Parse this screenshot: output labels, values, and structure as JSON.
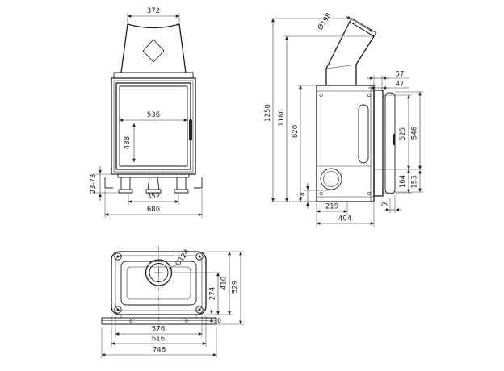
{
  "drawing_type": "fireplace-insert-technical-drawing",
  "colors": {
    "line": "#1b1b1b",
    "accent_dim": "#d9980f",
    "background": "#ffffff"
  },
  "front": {
    "hood_width": "372",
    "window_width": "536",
    "window_height": "488",
    "base_inner_width": "352",
    "total_width": "686",
    "foot_height_range": "23-73"
  },
  "side": {
    "flue_diameter": "Ø198",
    "total_height": "1250",
    "flue_outlet_height": "1180",
    "body_height": "820",
    "top_offset_outer": "57",
    "top_offset_inner": "47",
    "door_height": "525",
    "door_frame_height": "546",
    "lower_section_height": "164",
    "lower_frame_height": "153",
    "plinth_height": "78",
    "inlet_depth": "219",
    "body_depth": "404",
    "panel_gap": "25"
  },
  "top": {
    "flue_diameter": "Ø124",
    "total_depth": "529",
    "body_depth": "410",
    "flue_center_depth": "274",
    "frame_offset": "10",
    "inner_width": "576",
    "body_width": "616",
    "frame_width": "746"
  }
}
